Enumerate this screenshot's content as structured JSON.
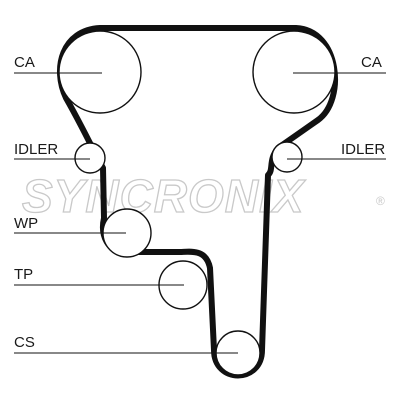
{
  "labels": {
    "ca_left": "CA",
    "ca_right": "CA",
    "idler_left": "IDLER",
    "idler_right": "IDLER",
    "wp": "WP",
    "tp": "TP",
    "cs": "CS"
  },
  "watermark": {
    "text": "SYNCRONIX",
    "registered": "®"
  },
  "colors": {
    "belt": "#111111",
    "watermark": "#c9c9c9",
    "label": "#1a1a1a"
  }
}
